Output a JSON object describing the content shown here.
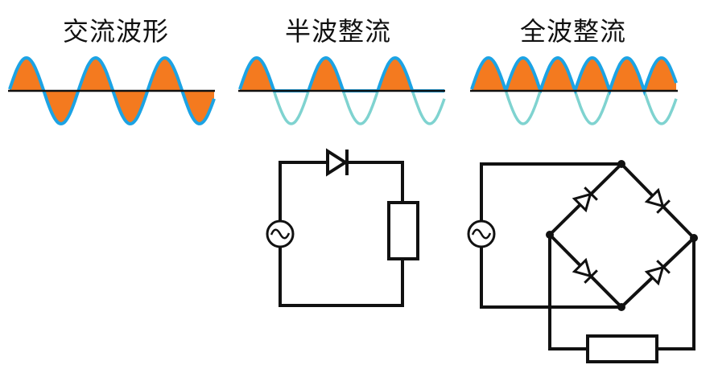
{
  "titles": {
    "ac": "交流波形",
    "half": "半波整流",
    "full": "全波整流"
  },
  "colors": {
    "wave_blue": "#1ca3e4",
    "wave_fill": "#f47a1f",
    "wave_faint": "#7fd3d0",
    "wire": "#111111"
  },
  "icons": {
    "ac_source": "ac-source-icon",
    "diode": "diode-icon",
    "resistor": "resistor-icon"
  }
}
